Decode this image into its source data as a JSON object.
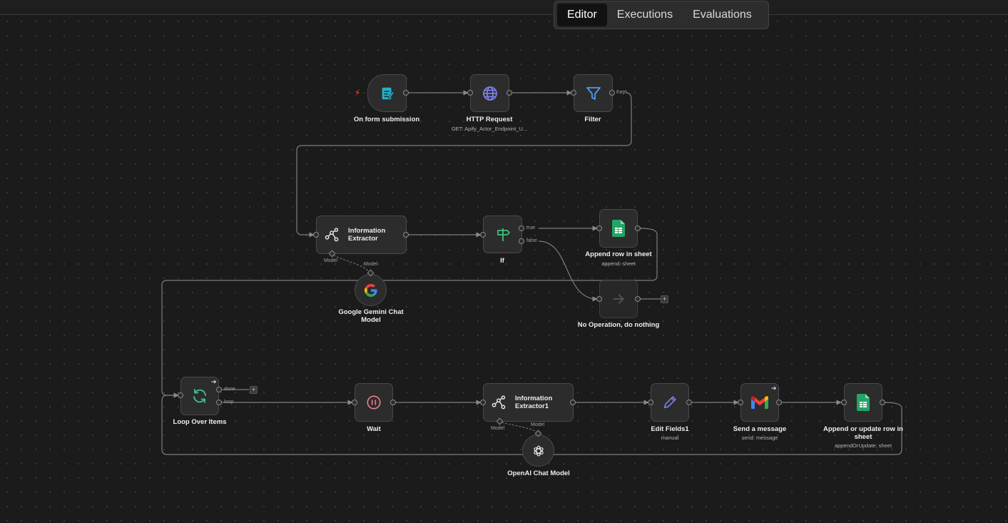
{
  "tabs": [
    {
      "label": "Editor",
      "active": true
    },
    {
      "label": "Executions",
      "active": false
    },
    {
      "label": "Evaluations",
      "active": false
    }
  ],
  "nodes": {
    "form": {
      "label": "On form submission"
    },
    "http": {
      "label": "HTTP Request",
      "sub": "GET: Apify_Actor_Endpoint_U..."
    },
    "filter": {
      "label": "Filter",
      "port": "Kept"
    },
    "extractor": {
      "label": "Information Extractor"
    },
    "if": {
      "label": "If",
      "true": "true",
      "false": "false"
    },
    "append": {
      "label": "Append row in sheet",
      "sub": "append: sheet"
    },
    "gemini": {
      "label": "Google Gemini Chat Model"
    },
    "noop": {
      "label": "No Operation, do nothing"
    },
    "loop": {
      "label": "Loop Over Items",
      "done": "done",
      "loop": "loop"
    },
    "wait": {
      "label": "Wait"
    },
    "extractor1": {
      "label": "Information Extractor1"
    },
    "edit": {
      "label": "Edit Fields1",
      "sub": "manual"
    },
    "gmail": {
      "label": "Send a message",
      "sub": "send: message"
    },
    "upsert": {
      "label": "Append or update row in sheet",
      "sub": "appendOrUpdate: sheet"
    },
    "openai": {
      "label": "OpenAI Chat Model"
    }
  },
  "model_port": "Model",
  "plus": "+",
  "colors": {
    "canvas": "#1b1b1b",
    "node": "#2c2c2c",
    "edge": "#7d7d7d",
    "form_icon": "#27b0c6",
    "http_icon": "#7b7fe8",
    "filter_icon": "#4a9ff5",
    "sheets": "#23a566",
    "if_icon": "#3fbf7a",
    "loop_icon": "#3fbf9a",
    "wait_icon": "#ec7c8a",
    "edit_icon": "#7b7fe8"
  },
  "icons": [
    "form-icon",
    "globe-icon",
    "filter-icon",
    "extractor-icon",
    "if-signpost-icon",
    "sheets-icon",
    "google-icon",
    "arrow-right-icon",
    "loop-icon",
    "pause-icon",
    "pencil-icon",
    "gmail-icon",
    "openai-icon",
    "bolt-icon"
  ]
}
